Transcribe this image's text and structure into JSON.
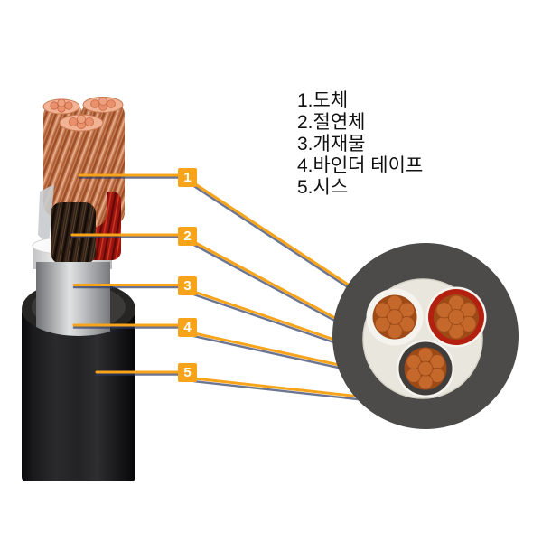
{
  "legend": {
    "items": [
      "1.도체",
      "2.절연체",
      "3.개재물",
      "4.바인더 테이프",
      "5.시스"
    ]
  },
  "callouts": {
    "labels": [
      "1",
      "2",
      "3",
      "4",
      "5"
    ]
  },
  "colors": {
    "accent_orange": "#F7A41B",
    "line_shadow_navy": "#2C3A64",
    "sheath_dark": "#4C4B49",
    "filler_white": "#E9E6DE",
    "insulation_white": "#F5F3EE",
    "insulation_red": "#B3200F",
    "insulation_dark": "#403D3B",
    "copper_strand": "#C4682C",
    "copper_gap": "#9E4A16",
    "legend_text": "#111111"
  }
}
